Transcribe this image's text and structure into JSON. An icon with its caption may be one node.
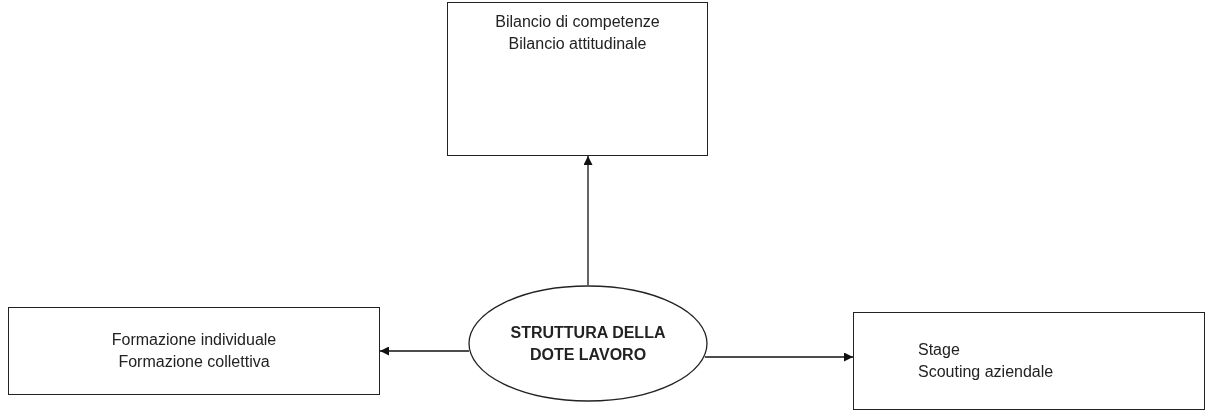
{
  "diagram": {
    "nodes": [
      {
        "text": [
          "Bilancio di competenze",
          "Bilancio attitudinale"
        ]
      },
      {
        "text": [
          "Formazione individuale",
          "Formazione collettiva"
        ]
      },
      {
        "text": [
          "STRUTTURA DELLA DOTE LAVORO"
        ]
      },
      {
        "text": [
          "Stage",
          "Scouting  aziendale"
        ]
      }
    ],
    "edges": [
      {
        "from": 2,
        "to": 0,
        "arrow": "to"
      },
      {
        "from": 2,
        "to": 1,
        "arrow": "to"
      },
      {
        "from": 2,
        "to": 3,
        "arrow": "to"
      }
    ]
  }
}
